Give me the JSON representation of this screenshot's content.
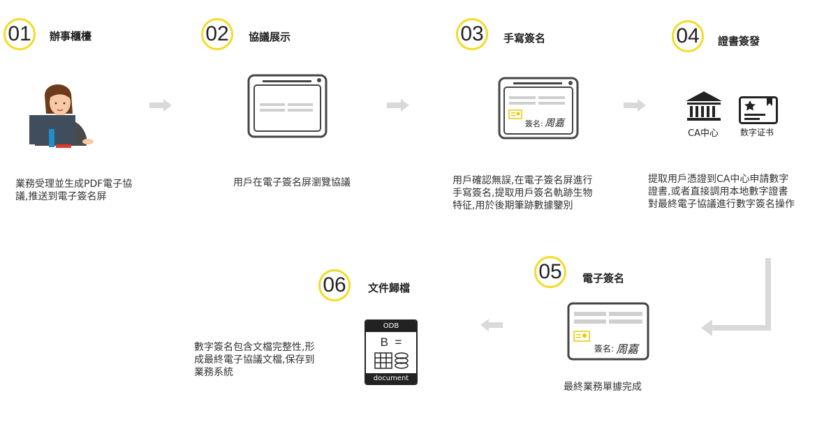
{
  "steps": [
    {
      "num": "01",
      "title": "辦事櫃檯",
      "desc_lines": [
        "業務受理並生成PDF電子協",
        "議,推送到電子簽名屏"
      ]
    },
    {
      "num": "02",
      "title": "協議展示",
      "desc_lines": [
        "用戶在電子簽名屏瀏覽協議"
      ]
    },
    {
      "num": "03",
      "title": "手寫簽名",
      "desc_lines": [
        "用戶確認無誤,在電子簽名屏進行",
        "手寫簽名,提取用戶簽名軌跡生物",
        "特征,用於後期筆跡數據鑒別"
      ]
    },
    {
      "num": "04",
      "title": "證書簽發",
      "desc_lines": [
        "提取用戶憑證到CA中心申請數字",
        "證書,或者直接調用本地數字證書",
        "對最終電子協議進行數字簽名操作"
      ]
    },
    {
      "num": "05",
      "title": "電子簽名",
      "desc_lines": [
        "最終業務單據完成"
      ]
    },
    {
      "num": "06",
      "title": "文件歸檔",
      "desc_lines": [
        "數字簽名包含文檔完整性,形",
        "成最終電子協議文檔,保存到",
        "業務系統"
      ]
    }
  ],
  "icons": {
    "ca_label": "CA中心",
    "cert_label": "数字证书",
    "signature_text": "簽名:",
    "signature_name": "周嘉",
    "db_header": "ODB",
    "db_letters": "B  =",
    "db_footer": "document"
  },
  "colors": {
    "accent": "#f3dc2a",
    "arrow": "#d9d9d9",
    "device": "#444444"
  }
}
